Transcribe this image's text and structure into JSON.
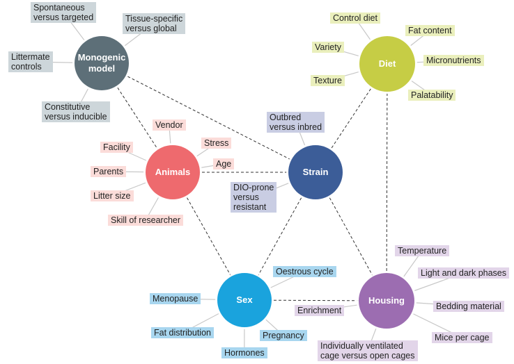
{
  "colors": {
    "monogenic": "#5d6f78",
    "monogenic_label_bg": "#cdd6da",
    "animals": "#ee6a6e",
    "animals_label_bg": "#fbdcd9",
    "strain": "#3c5d98",
    "strain_label_bg": "#c9cde3",
    "diet": "#c6cd45",
    "diet_label_bg": "#eaefbc",
    "sex": "#1aa3dd",
    "sex_label_bg": "#a8d6ef",
    "housing": "#9c6db1",
    "housing_label_bg": "#e2d5e9",
    "spoke": "#c8c8c8",
    "dashed": "#333333"
  },
  "hubs": {
    "monogenic": "Monogenic\nmodel",
    "animals": "Animals",
    "strain": "Strain",
    "diet": "Diet",
    "sex": "Sex",
    "housing": "Housing"
  },
  "factors": {
    "monogenic": [
      "Spontaneous\nversus targeted",
      "Tissue-specific\nversus global",
      "Littermate\ncontrols",
      "Constitutive\nversus inducible"
    ],
    "animals": [
      "Vendor",
      "Facility",
      "Stress",
      "Age",
      "Parents",
      "Litter size",
      "Skill of researcher"
    ],
    "strain": [
      "Outbred\nversus inbred",
      "DIO-prone\nversus\nresistant"
    ],
    "diet": [
      "Control diet",
      "Fat content",
      "Variety",
      "Micronutrients",
      "Texture",
      "Palatability"
    ],
    "sex": [
      "Oestrous cycle",
      "Menopause",
      "Fat distribution",
      "Pregnancy",
      "Hormones"
    ],
    "housing": [
      "Temperature",
      "Light and dark phases",
      "Enrichment",
      "Bedding material",
      "Mice per cage",
      "Individually ventilated\ncage versus open cages"
    ]
  }
}
